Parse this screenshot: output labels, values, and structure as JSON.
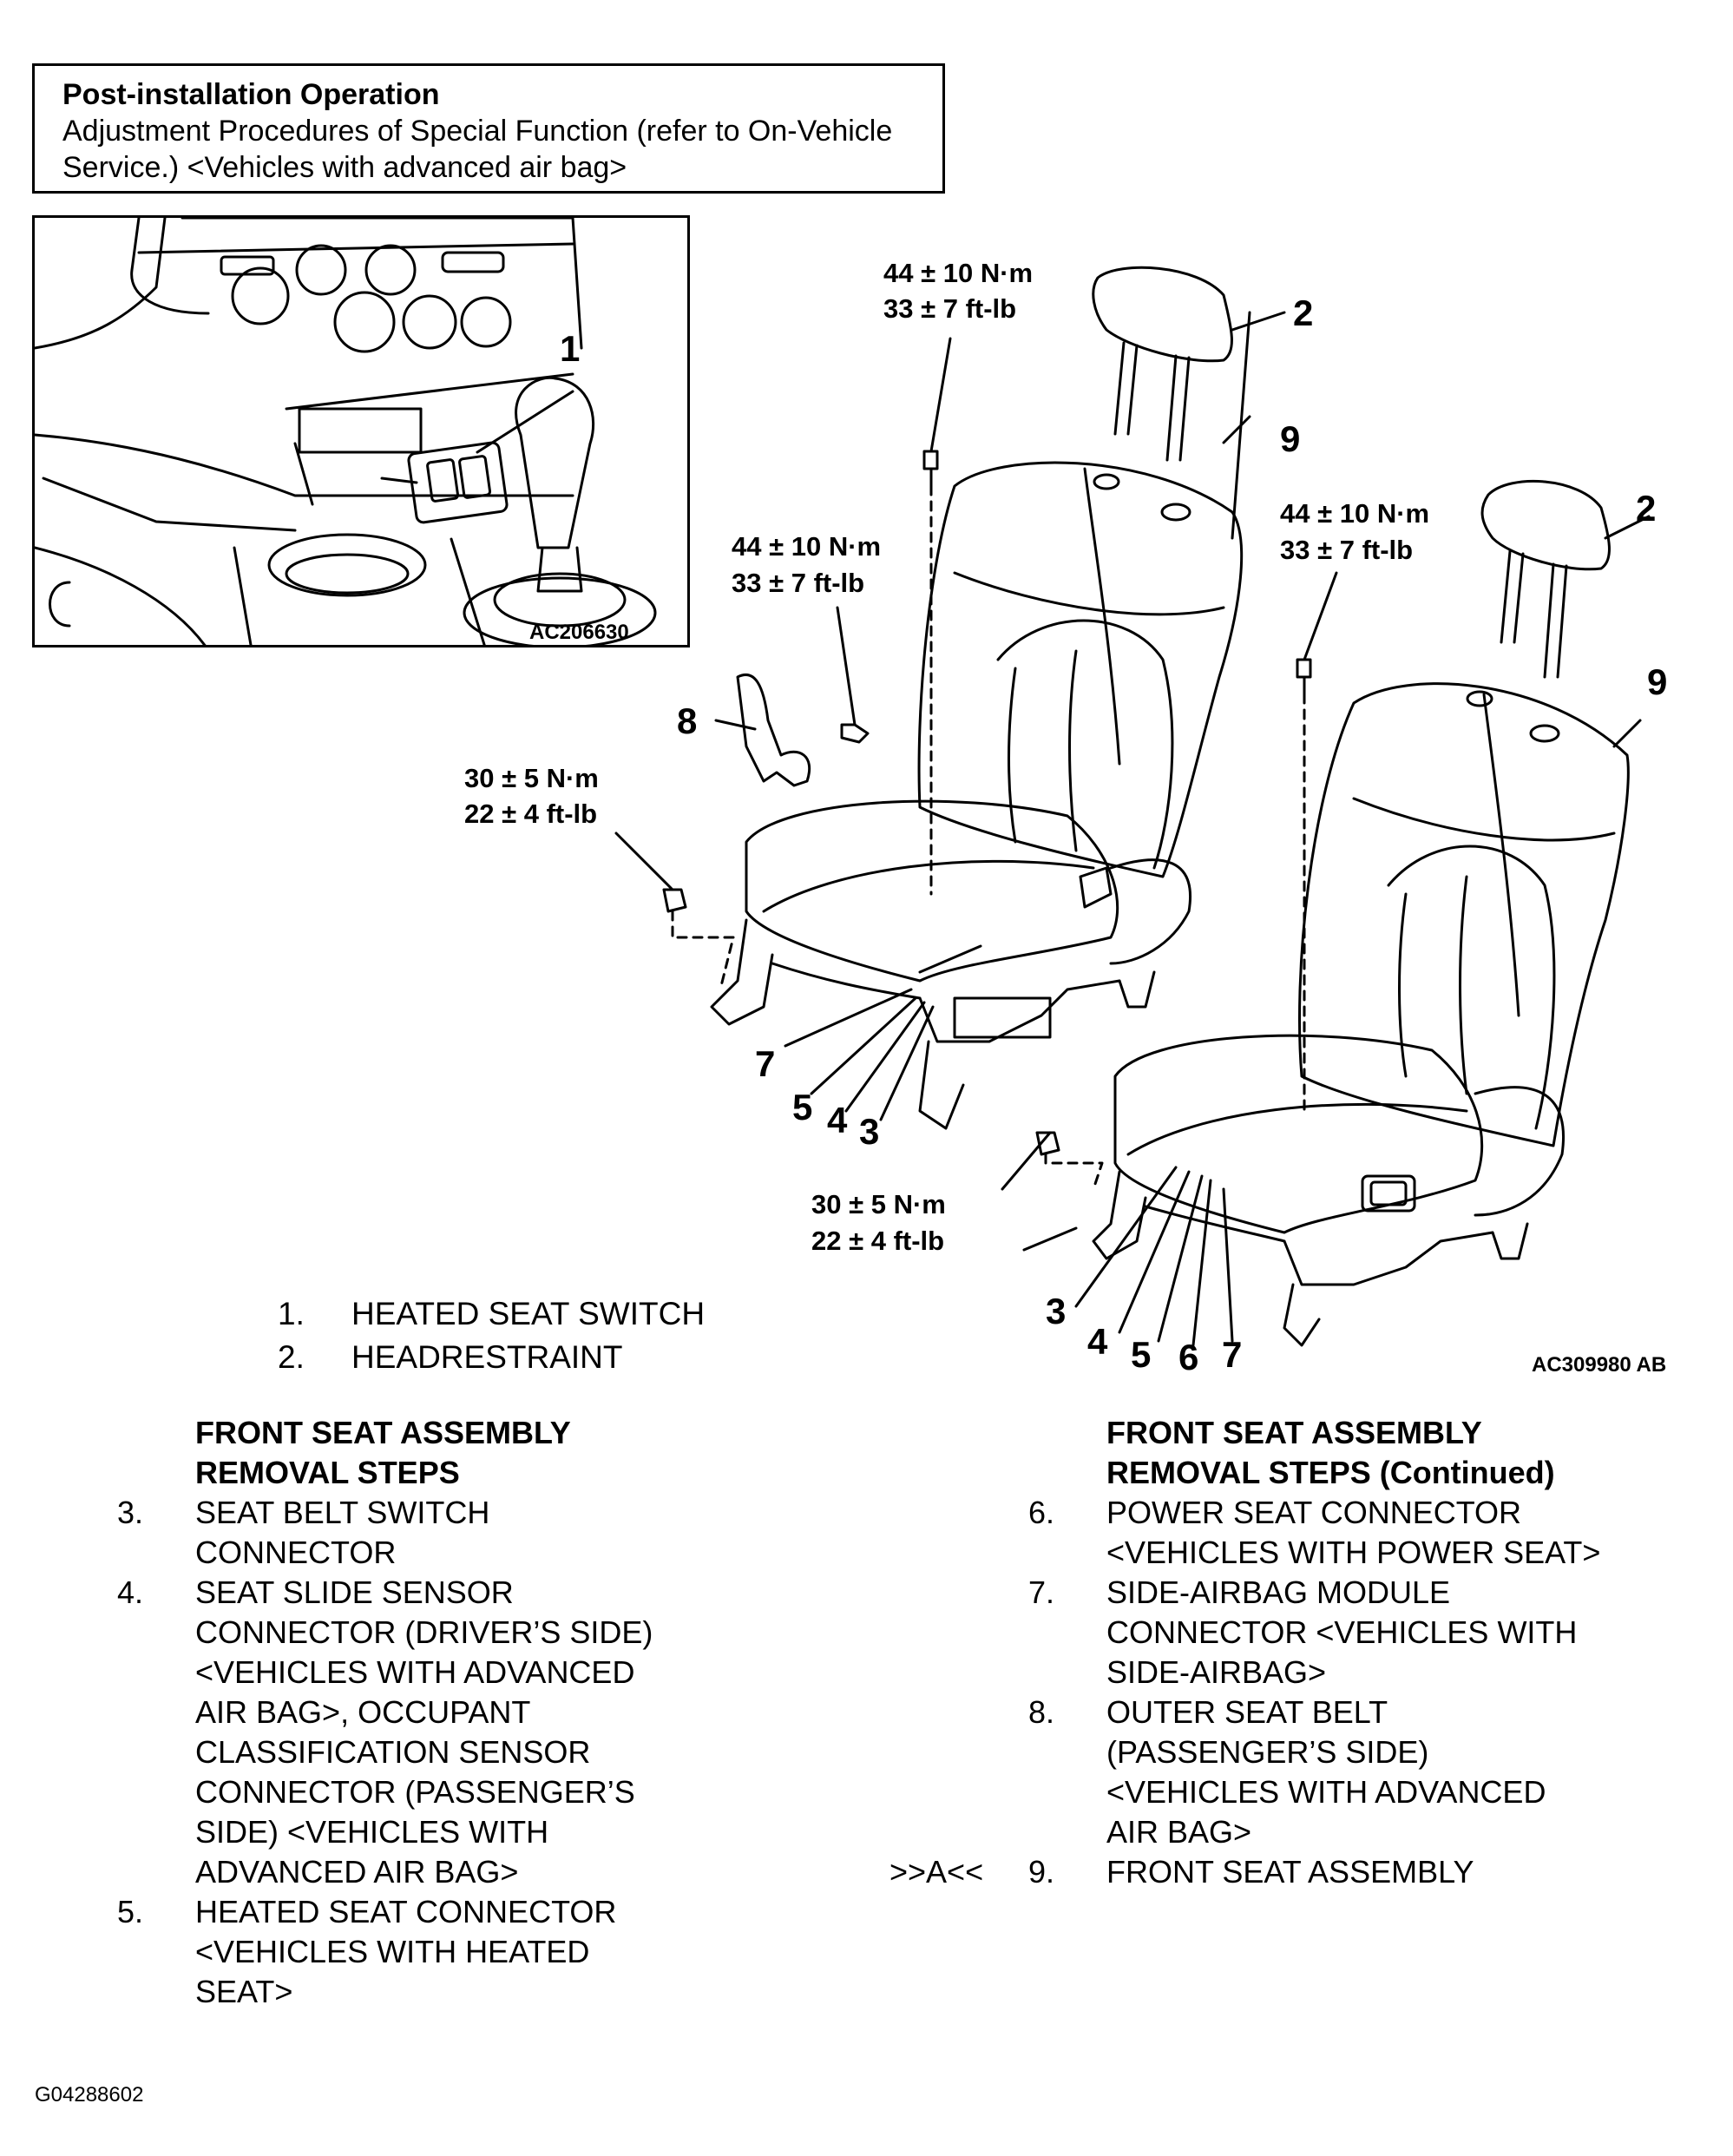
{
  "note": {
    "title": "Post-installation Operation",
    "body_line1": "Adjustment Procedures of Special Function (refer to On-Vehicle",
    "body_line2": "Service.) <Vehicles with advanced air bag>"
  },
  "inset": {
    "code": "AC206630",
    "callout": "1"
  },
  "diagram": {
    "code": "AC309980 AB",
    "torque_a_nm": "44 ± 10 N·m",
    "torque_a_ft": "33 ± 7 ft-lb",
    "torque_b_nm": "44 ± 10 N·m",
    "torque_b_ft": "33 ± 7 ft-lb",
    "torque_c_nm": "44 ± 10 N·m",
    "torque_c_ft": "33 ± 7 ft-lb",
    "torque_d_nm": "30 ± 5 N·m",
    "torque_d_ft": "22 ± 4 ft-lb",
    "torque_e_nm": "30 ± 5 N·m",
    "torque_e_ft": "22 ± 4 ft-lb",
    "callouts": {
      "c2a": "2",
      "c2b": "2",
      "c9a": "9",
      "c9b": "9",
      "c8": "8",
      "c7a": "7",
      "c5a": "5",
      "c4a": "4",
      "c3a": "3",
      "c3b": "3",
      "c4b": "4",
      "c5b": "5",
      "c6b": "6",
      "c7b": "7"
    }
  },
  "legend": [
    {
      "num": "1.",
      "text": "HEATED SEAT SWITCH"
    },
    {
      "num": "2.",
      "text": "HEADRESTRAINT"
    }
  ],
  "left_column": {
    "heading1": "FRONT SEAT ASSEMBLY",
    "heading2": "REMOVAL STEPS",
    "steps": [
      {
        "num": "3.",
        "lines": [
          "SEAT BELT SWITCH",
          "CONNECTOR"
        ]
      },
      {
        "num": "4.",
        "lines": [
          "SEAT SLIDE SENSOR",
          "CONNECTOR (DRIVER’S SIDE)",
          "<VEHICLES WITH ADVANCED",
          "AIR BAG>, OCCUPANT",
          "CLASSIFICATION SENSOR",
          "CONNECTOR (PASSENGER’S",
          "SIDE) <VEHICLES WITH",
          "ADVANCED AIR BAG>"
        ]
      },
      {
        "num": "5.",
        "lines": [
          "HEATED SEAT CONNECTOR",
          "<VEHICLES WITH HEATED",
          "SEAT>"
        ]
      }
    ]
  },
  "right_column": {
    "heading1": "FRONT SEAT ASSEMBLY",
    "heading2": "REMOVAL STEPS (Continued)",
    "steps": [
      {
        "num": "6.",
        "lines": [
          "POWER SEAT CONNECTOR",
          "<VEHICLES WITH POWER SEAT>"
        ]
      },
      {
        "num": "7.",
        "lines": [
          "SIDE-AIRBAG MODULE",
          "CONNECTOR <VEHICLES WITH",
          "SIDE-AIRBAG>"
        ]
      },
      {
        "num": "8.",
        "lines": [
          "OUTER SEAT BELT",
          "(PASSENGER’S SIDE)",
          "<VEHICLES WITH ADVANCED",
          "AIR BAG>"
        ]
      },
      {
        "num": "9.",
        "lines": [
          "FRONT SEAT ASSEMBLY"
        ],
        "marker": ">>A<<"
      }
    ]
  },
  "footer_code": "G04288602"
}
